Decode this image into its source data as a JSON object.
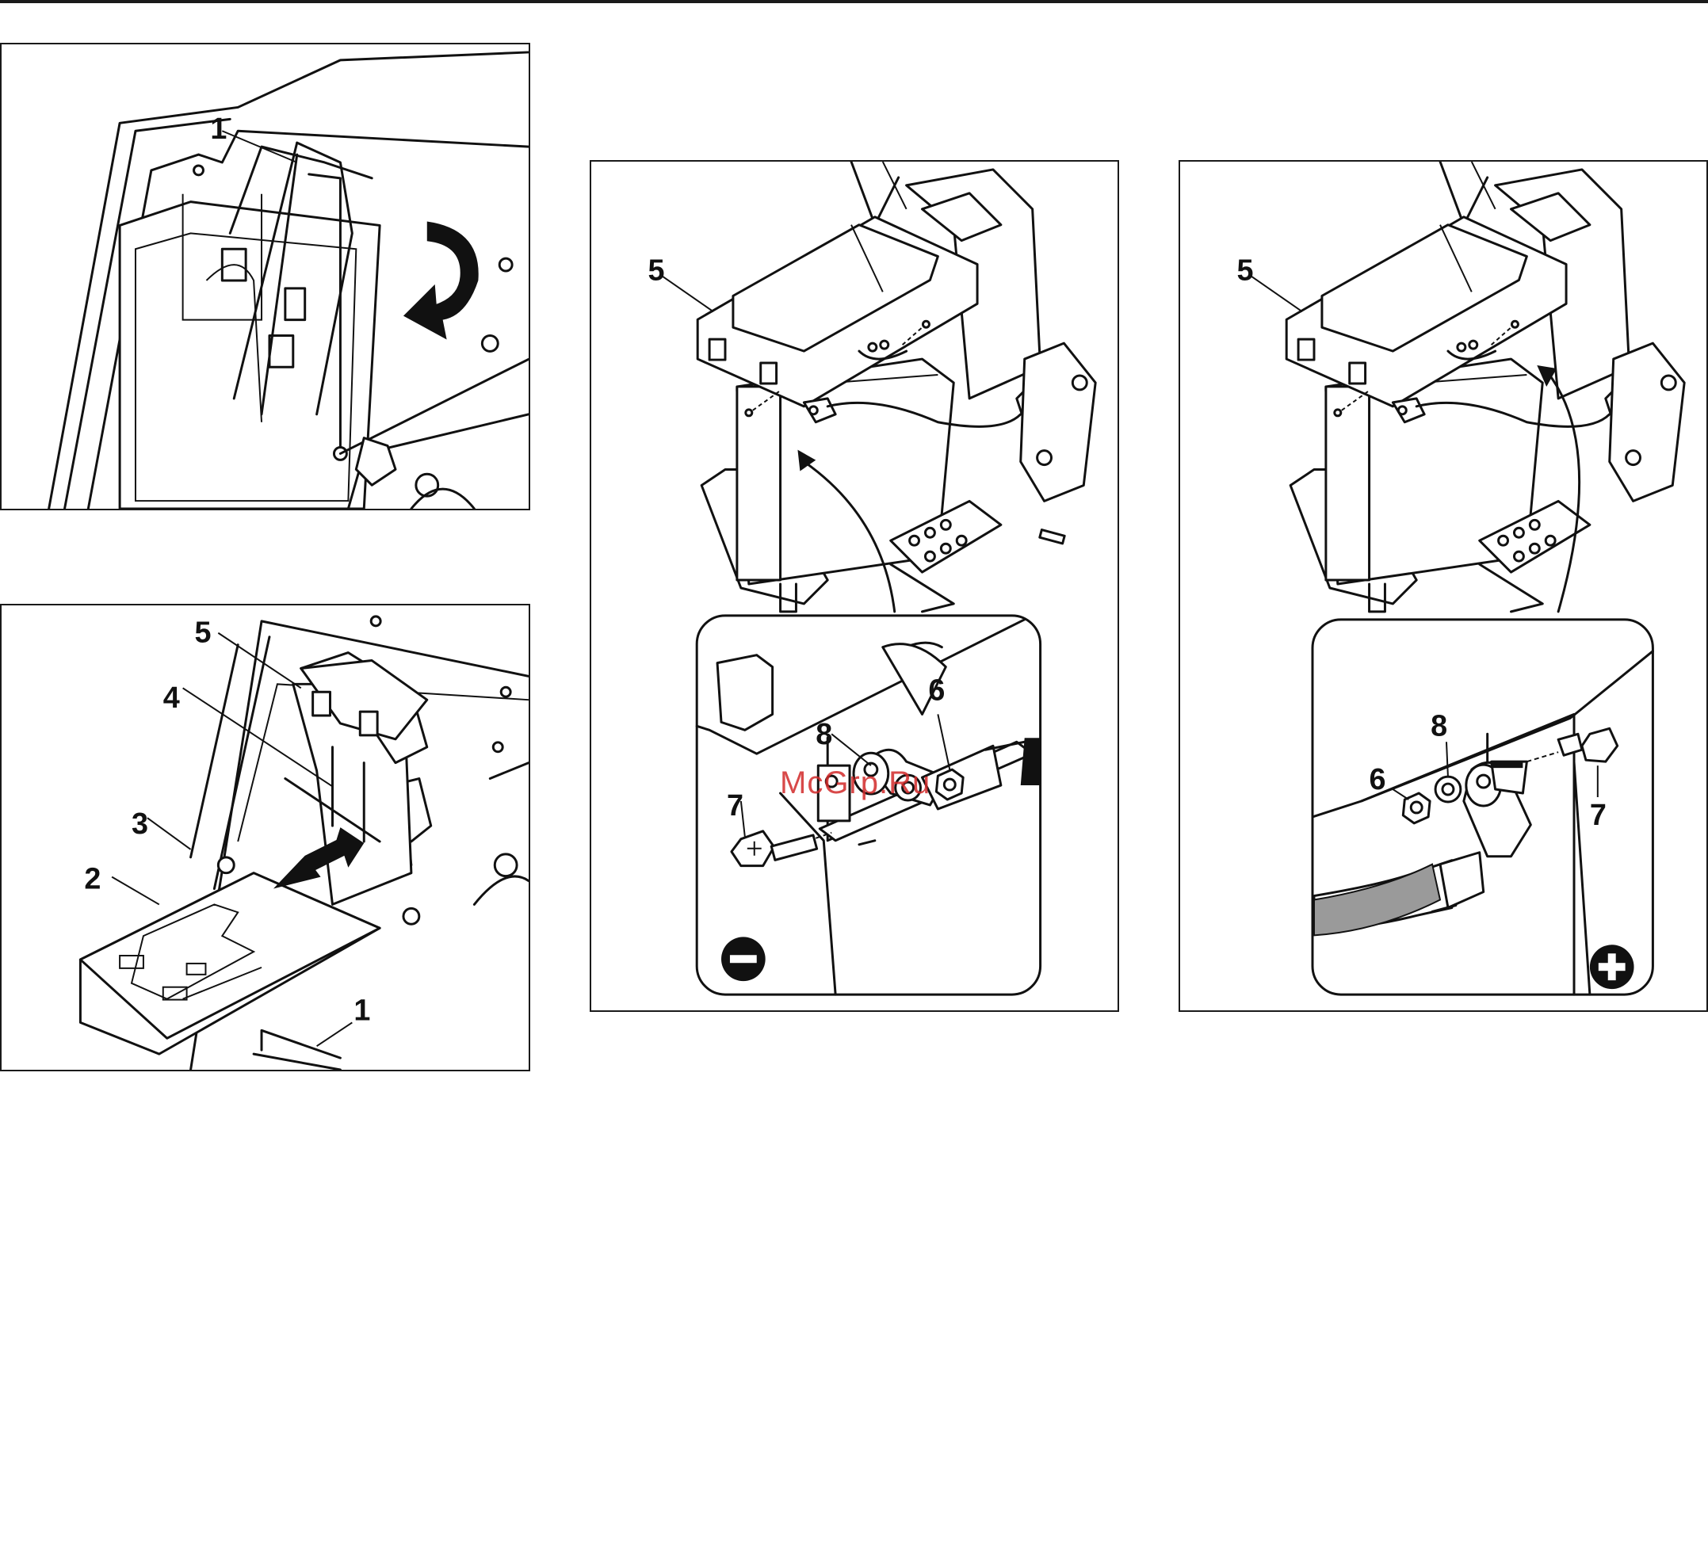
{
  "watermark": "McGrp.Ru",
  "panels": {
    "p1": {
      "labels": {
        "a": "1"
      }
    },
    "p2": {
      "labels": {
        "a": "5",
        "b": "4",
        "c": "3",
        "d": "2",
        "e": "1"
      }
    },
    "p3": {
      "labels": {
        "a": "5",
        "b": "8",
        "c": "6",
        "d": "7"
      },
      "terminal": "minus-icon"
    },
    "p4": {
      "labels": {
        "a": "5",
        "b": "8",
        "c": "6",
        "d": "7"
      },
      "terminal": "plus-icon"
    }
  }
}
